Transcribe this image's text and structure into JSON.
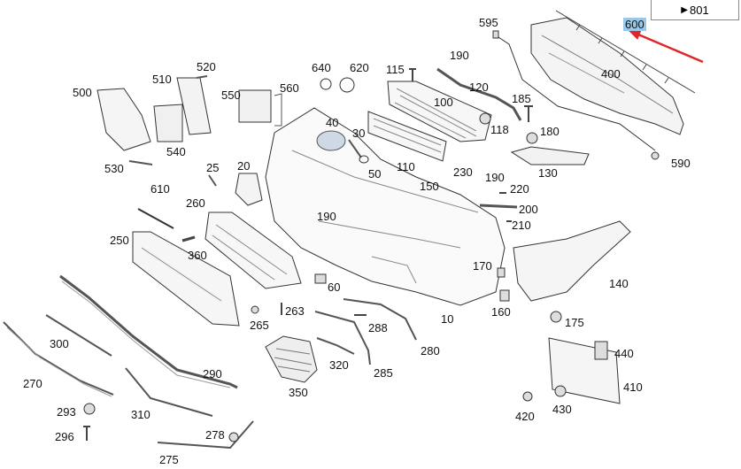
{
  "reference": {
    "arrow_glyph": "▶",
    "value": "801"
  },
  "highlight": {
    "part": "600",
    "color": "#9cc8e8",
    "arrow_color": "#e0262a"
  },
  "parts": [
    {
      "id": "p500",
      "text": "500"
    },
    {
      "id": "p510",
      "text": "510"
    },
    {
      "id": "p520",
      "text": "520"
    },
    {
      "id": "p530",
      "text": "530"
    },
    {
      "id": "p540",
      "text": "540"
    },
    {
      "id": "p550",
      "text": "550"
    },
    {
      "id": "p560",
      "text": "560"
    },
    {
      "id": "p640",
      "text": "640"
    },
    {
      "id": "p620",
      "text": "620"
    },
    {
      "id": "p115",
      "text": "115"
    },
    {
      "id": "p190a",
      "text": "190"
    },
    {
      "id": "p595",
      "text": "595"
    },
    {
      "id": "p600",
      "text": "600"
    },
    {
      "id": "p400",
      "text": "400"
    },
    {
      "id": "p120",
      "text": "120"
    },
    {
      "id": "p100",
      "text": "100"
    },
    {
      "id": "p185",
      "text": "185"
    },
    {
      "id": "p40",
      "text": "40"
    },
    {
      "id": "p30",
      "text": "30"
    },
    {
      "id": "p118",
      "text": "118"
    },
    {
      "id": "p180",
      "text": "180"
    },
    {
      "id": "p50",
      "text": "50"
    },
    {
      "id": "p110",
      "text": "110"
    },
    {
      "id": "p130",
      "text": "130"
    },
    {
      "id": "p590",
      "text": "590"
    },
    {
      "id": "p25",
      "text": "25"
    },
    {
      "id": "p20",
      "text": "20"
    },
    {
      "id": "p230",
      "text": "230"
    },
    {
      "id": "p150",
      "text": "150"
    },
    {
      "id": "p190b",
      "text": "190"
    },
    {
      "id": "p220",
      "text": "220"
    },
    {
      "id": "p610",
      "text": "610"
    },
    {
      "id": "p260",
      "text": "260"
    },
    {
      "id": "p200",
      "text": "200"
    },
    {
      "id": "p190c",
      "text": "190"
    },
    {
      "id": "p210",
      "text": "210"
    },
    {
      "id": "p250",
      "text": "250"
    },
    {
      "id": "p360",
      "text": "360"
    },
    {
      "id": "p170",
      "text": "170"
    },
    {
      "id": "p140",
      "text": "140"
    },
    {
      "id": "p60",
      "text": "60"
    },
    {
      "id": "p160",
      "text": "160"
    },
    {
      "id": "p263",
      "text": "263"
    },
    {
      "id": "p265",
      "text": "265"
    },
    {
      "id": "p10",
      "text": "10"
    },
    {
      "id": "p175",
      "text": "175"
    },
    {
      "id": "p288",
      "text": "288"
    },
    {
      "id": "p300",
      "text": "300"
    },
    {
      "id": "p280",
      "text": "280"
    },
    {
      "id": "p440",
      "text": "440"
    },
    {
      "id": "p320",
      "text": "320"
    },
    {
      "id": "p290",
      "text": "290"
    },
    {
      "id": "p285",
      "text": "285"
    },
    {
      "id": "p270",
      "text": "270"
    },
    {
      "id": "p410",
      "text": "410"
    },
    {
      "id": "p350",
      "text": "350"
    },
    {
      "id": "p293",
      "text": "293"
    },
    {
      "id": "p310",
      "text": "310"
    },
    {
      "id": "p420",
      "text": "420"
    },
    {
      "id": "p430",
      "text": "430"
    },
    {
      "id": "p296",
      "text": "296"
    },
    {
      "id": "p278",
      "text": "278"
    },
    {
      "id": "p275",
      "text": "275"
    }
  ]
}
